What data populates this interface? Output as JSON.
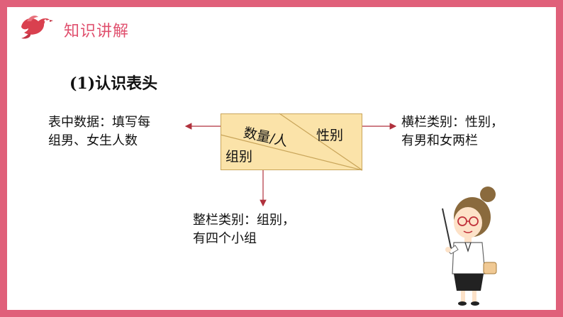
{
  "header": {
    "title": "知识讲解"
  },
  "section": {
    "heading": "(1)认识表头"
  },
  "table_header": {
    "quantity_label": "数量/人",
    "gender_label": "性别",
    "group_label": "组别"
  },
  "annotations": {
    "left": [
      "表中数据：填写每",
      "组男、女生人数"
    ],
    "right": [
      "横栏类别：性别，",
      "有男和女两栏"
    ],
    "bottom": [
      "整栏类别：组别，",
      "有四个小组"
    ]
  },
  "colors": {
    "frame": "#e0607a",
    "accent": "#e0506e",
    "cell": "#fbe3a9",
    "arrow": "#b0313d"
  },
  "icons": [
    "bird-logo-icon",
    "teacher-illustration"
  ]
}
